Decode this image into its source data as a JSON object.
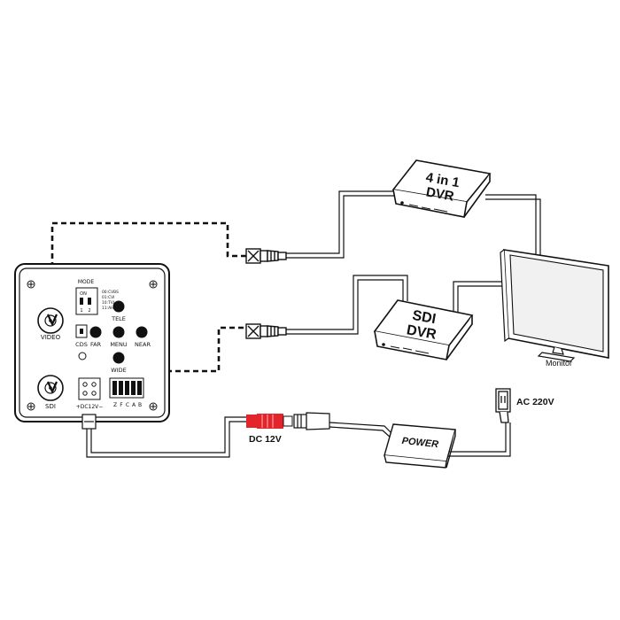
{
  "camera": {
    "mode_title": "MODE",
    "dip_on": "ON",
    "dip_numbers": [
      "1",
      "2"
    ],
    "mode_options": [
      "00:CVBS",
      "01:CVI",
      "10:TVI",
      "11:AHD"
    ],
    "video_label": "VIDEO",
    "sdi_label": "SDI",
    "cds_label": "CDS",
    "buttons": {
      "tele": "TELE",
      "far": "FAR",
      "menu": "MENU",
      "near": "NEAR",
      "wide": "WIDE"
    },
    "terminal_letters": [
      "Z",
      "F",
      "C",
      "A",
      "B"
    ],
    "power_terminal": "+DC12V−"
  },
  "devices": {
    "dvr_4in1": [
      "4 in 1",
      "DVR"
    ],
    "sdi_dvr": [
      "SDI",
      "DVR"
    ],
    "monitor": "Monitor",
    "power": "POWER"
  },
  "labels": {
    "dc": "DC 12V",
    "ac": "AC 220V"
  },
  "colors": {
    "line": "#111111",
    "dc_plug": "#e5232a",
    "monitor_screen": "#f1f1f1"
  }
}
